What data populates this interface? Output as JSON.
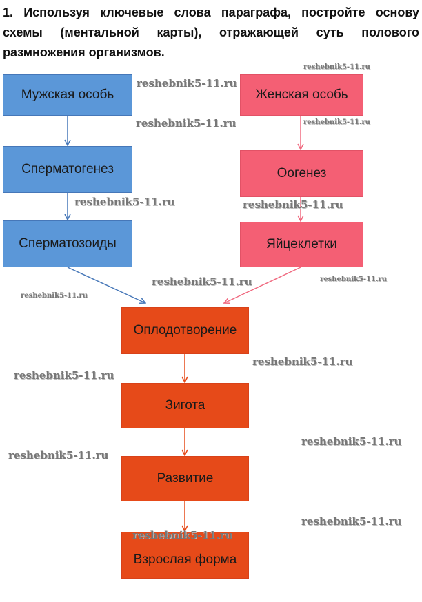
{
  "task": {
    "text": "1. Используя ключевые слова параграфа, постройте основу схемы (ментальной карты), отражающей суть полового размножения организмов."
  },
  "diagram": {
    "male": [
      "Мужская особь",
      "Сперматогенез",
      "Сперматозоиды"
    ],
    "female": [
      "Женская особь",
      "Оогенез",
      "Яйцеклетки"
    ],
    "common": [
      "Оплодотворение",
      "Зигота",
      "Развитие",
      "Взрослая форма"
    ]
  },
  "watermark": "reshebnik5-11.ru",
  "colors": {
    "male": "#5b97d8",
    "female": "#f45f74",
    "common": "#e64a19"
  }
}
